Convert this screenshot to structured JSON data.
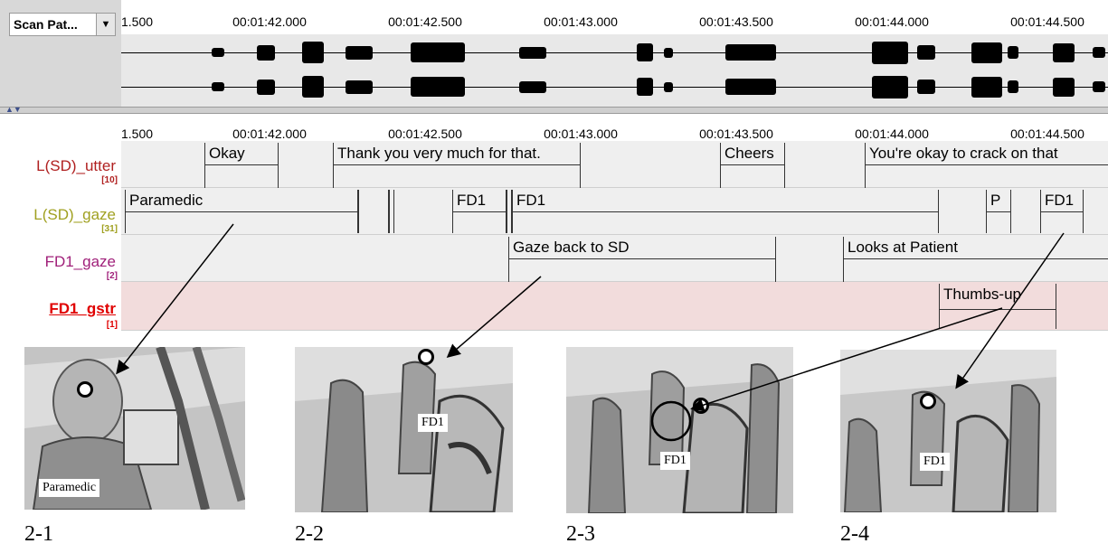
{
  "wave_panel": {
    "selector_label": "Scan Pat...",
    "ruler_ticks": [
      "1.500",
      "00:01:42.000",
      "00:01:42.500",
      "00:01:43.000",
      "00:01:43.500",
      "00:01:44.000",
      "00:01:44.500"
    ]
  },
  "tier_ruler": {
    "ticks": [
      "1.500",
      "00:01:42.000",
      "00:01:42.500",
      "00:01:43.000",
      "00:01:43.500",
      "00:01:44.000",
      "00:01:44.500"
    ]
  },
  "tiers": [
    {
      "name": "L(SD)_utter",
      "count": "[10]",
      "color": "#b02020",
      "annotations": [
        "Okay",
        "Thank you very much for that.",
        "Cheers",
        "You're okay to crack on that"
      ]
    },
    {
      "name": "L(SD)_gaze",
      "count": "[31]",
      "color": "#a0a020",
      "annotations": [
        "Paramedic",
        "FD1",
        "FD1",
        "P",
        "FD1"
      ]
    },
    {
      "name": "FD1_gaze",
      "count": "[2]",
      "color": "#a0207a",
      "annotations": [
        "Gaze back to SD",
        "Looks at Patient"
      ]
    },
    {
      "name": "FD1_gstr",
      "count": "[1]",
      "color": "#e00000",
      "annotations": [
        "Thumbs-up"
      ]
    }
  ],
  "frames": [
    {
      "caption": "2-1",
      "label": "Paramedic"
    },
    {
      "caption": "2-2",
      "label": "FD1"
    },
    {
      "caption": "2-3",
      "label": "FD1"
    },
    {
      "caption": "2-4",
      "label": "FD1"
    }
  ],
  "colors": {
    "selected_tier_bg": "#f2dcdc",
    "tier_bg": "#efefef",
    "waveform_bg": "#e8e8e8"
  }
}
